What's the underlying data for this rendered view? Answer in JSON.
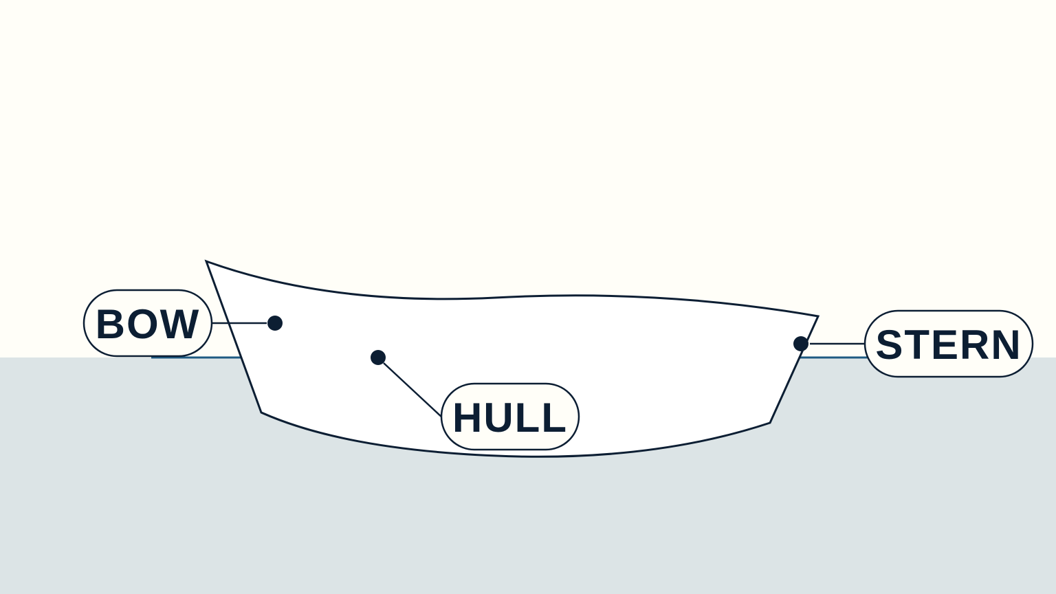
{
  "labels": {
    "bow": "BOW",
    "hull": "HULL",
    "stern": "STERN"
  },
  "colors": {
    "sky": "#fffef8",
    "water": "#dce4e6",
    "waterline": "#1e5a82",
    "ink": "#0c1e33",
    "hull_fill": "#ffffff",
    "pill_fill": "#fffef8"
  }
}
